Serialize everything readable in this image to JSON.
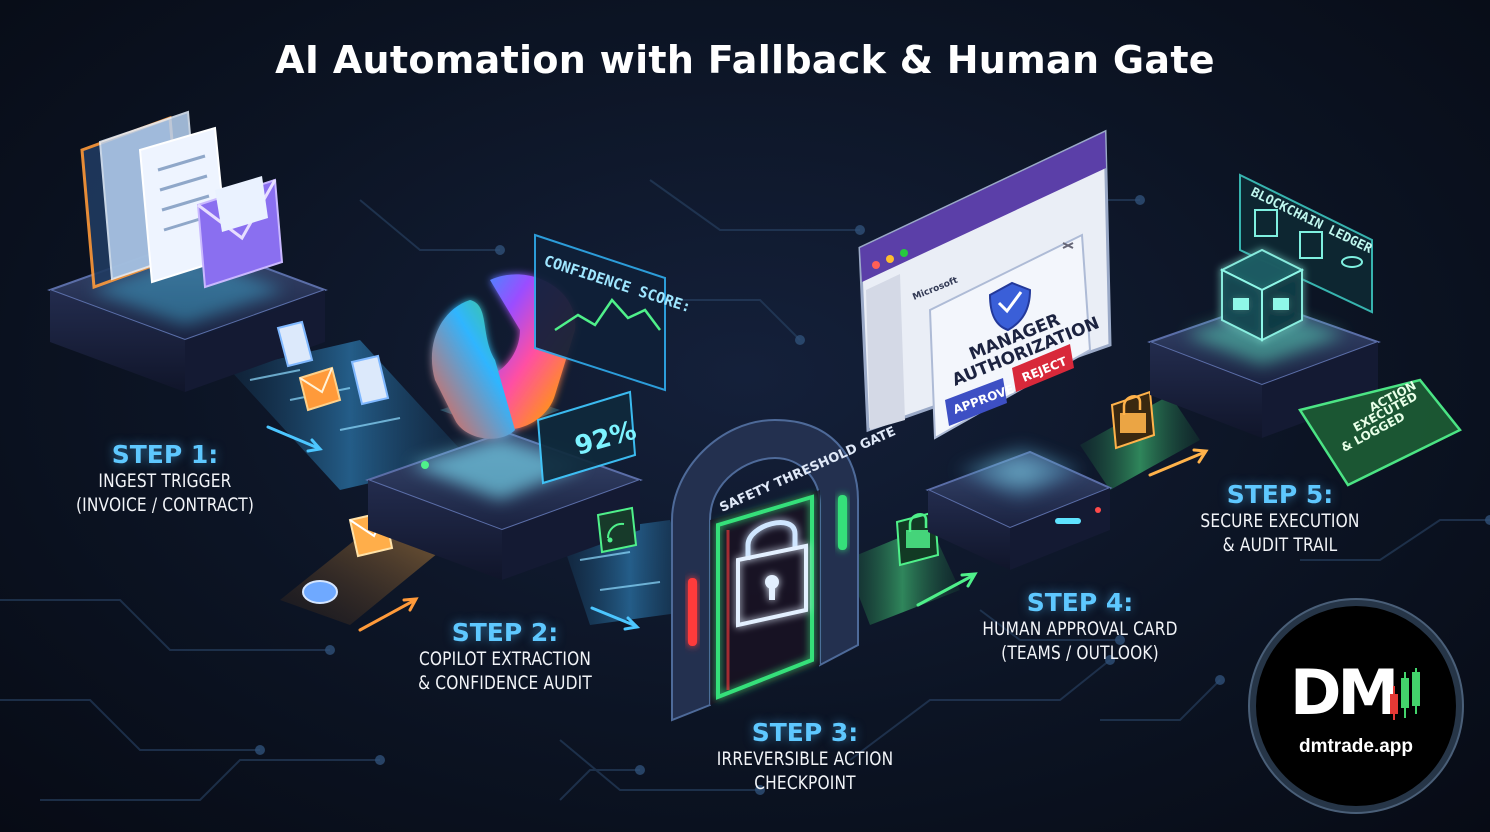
{
  "title": "AI Automation with Fallback & Human Gate",
  "steps": [
    {
      "head": "STEP 1:",
      "line1": "INGEST TRIGGER",
      "line2": "(INVOICE / CONTRACT)"
    },
    {
      "head": "STEP 2:",
      "line1": "COPILOT EXTRACTION",
      "line2": "& CONFIDENCE AUDIT"
    },
    {
      "head": "STEP 3:",
      "line1": "IRREVERSIBLE ACTION",
      "line2": "CHECKPOINT"
    },
    {
      "head": "STEP 4:",
      "line1": "HUMAN APPROVAL CARD",
      "line2": "(TEAMS / OUTLOOK)"
    },
    {
      "head": "STEP 5:",
      "line1": "SECURE EXECUTION",
      "line2": "& AUDIT TRAIL"
    }
  ],
  "panels": {
    "confidence_label": "CONFIDENCE SCORE:",
    "confidence_value": "92%",
    "gate_label": "SAFETY THRESHOLD GATE",
    "browser_brand": "Microsoft",
    "auth_title_1": "MANAGER",
    "auth_title_2": "AUTHORIZATION",
    "approve_label": "APPROVE",
    "reject_label": "REJECT",
    "ledger_label": "BLOCKCHAIN LEDGER",
    "action_1": "ACTION",
    "action_2": "EXECUTED",
    "action_3": "& LOGGED"
  },
  "logo": {
    "mark": "DM",
    "url": "dmtrade.app"
  },
  "colors": {
    "accent": "#5ec8ff",
    "approve": "#3d4fc4",
    "reject": "#d8283a",
    "gate_red": "#ff3b3b",
    "gate_green": "#36e07a"
  }
}
